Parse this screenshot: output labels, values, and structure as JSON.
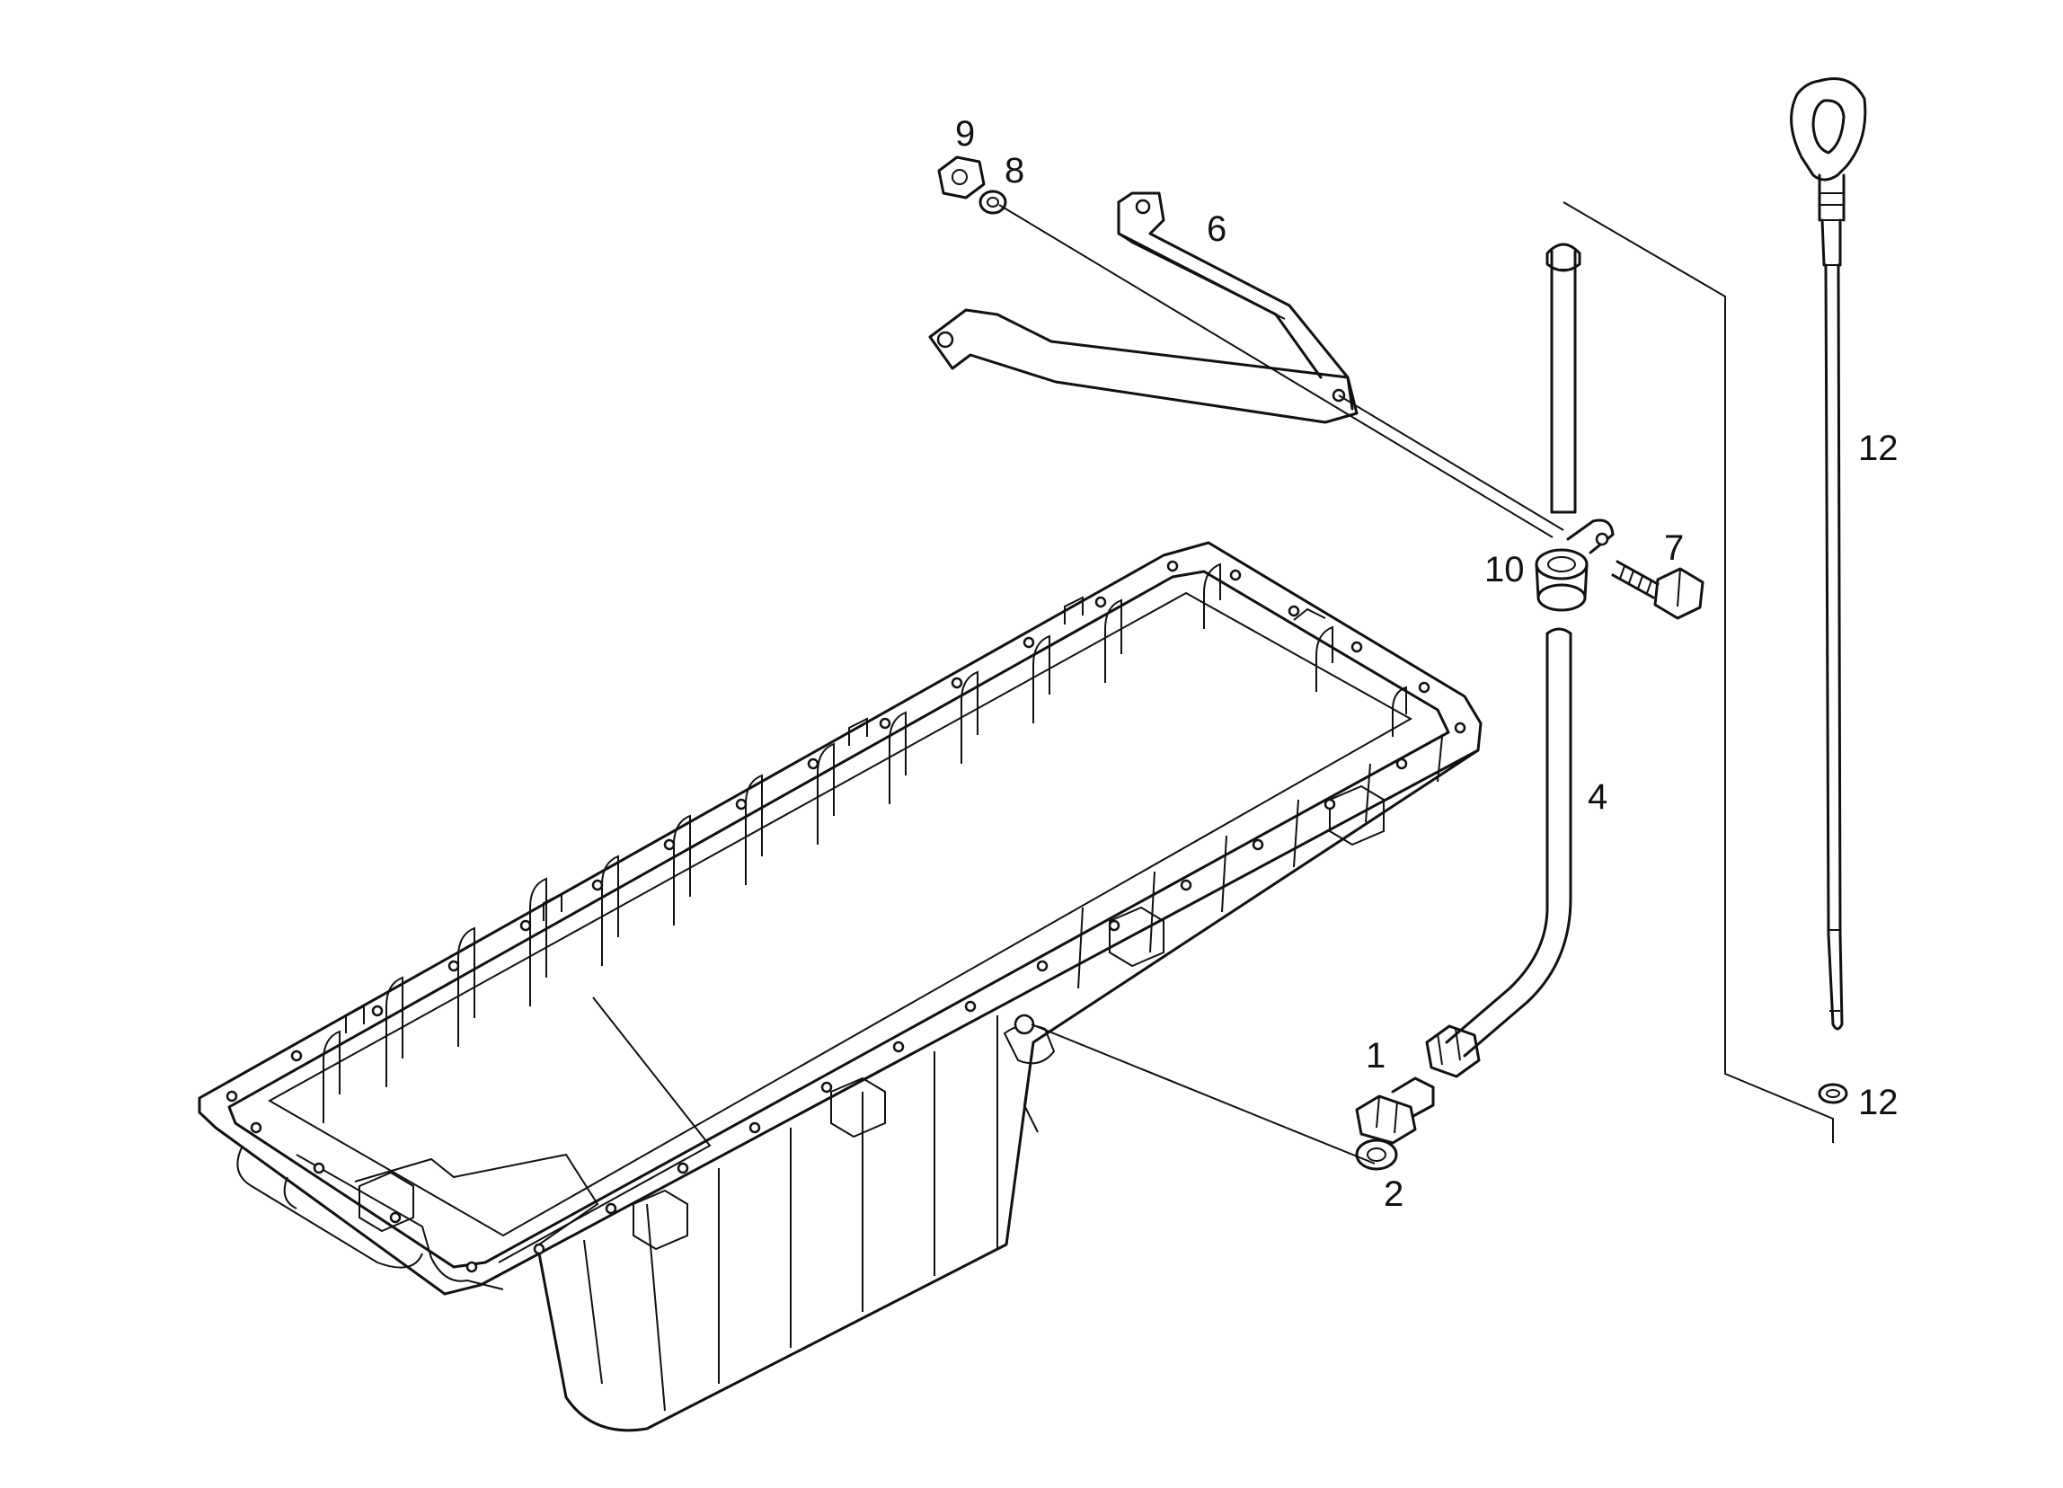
{
  "callouts": {
    "c1": "1",
    "c2": "2",
    "c4": "4",
    "c6": "6",
    "c7": "7",
    "c8": "8",
    "c9": "9",
    "c10": "10",
    "c12a": "12",
    "c12b": "12"
  }
}
